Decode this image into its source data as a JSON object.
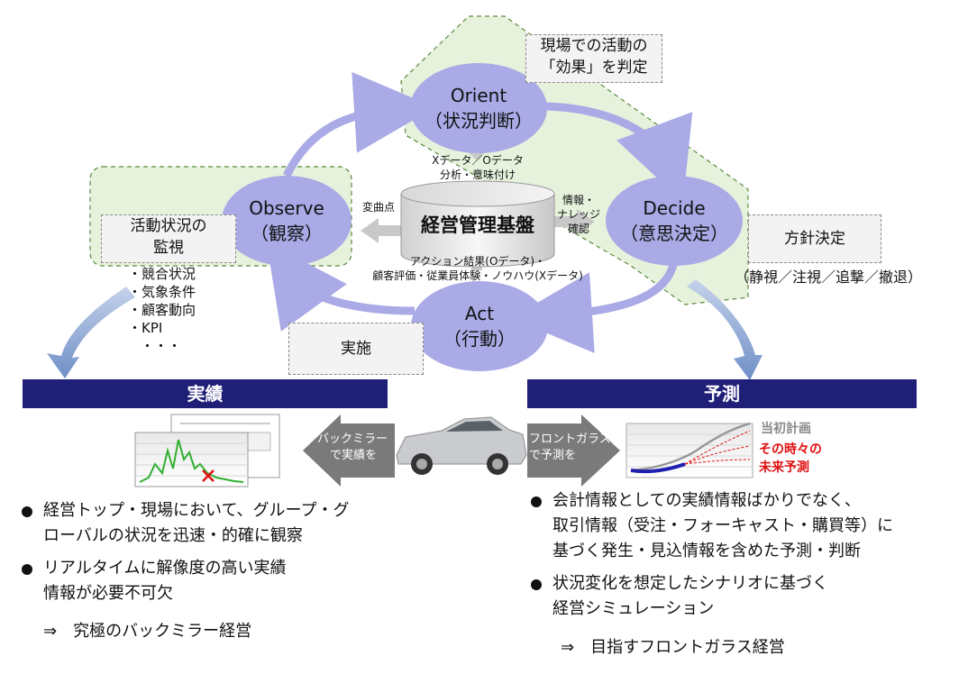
{
  "nodes": {
    "orient": {
      "title": "Orient",
      "sub": "（状況判断）"
    },
    "observe": {
      "title": "Observe",
      "sub": "（観察）"
    },
    "decide": {
      "title": "Decide",
      "sub": "（意思決定）"
    },
    "act": {
      "title": "Act",
      "sub": "（行動）"
    }
  },
  "platform": "経営管理基盤",
  "notes": {
    "genba_line1": "現場での活動の",
    "genba_line2": "「効果」を判定",
    "kanshi_line1": "活動状況の",
    "kanshi_line2": "監視",
    "houshin": "方針決定",
    "houshin_sub": "（静視／注視／追撃／撤退）",
    "jisshi": "実施"
  },
  "labels": {
    "x_data_line1": "Xデータ／Oデータ",
    "x_data_line2": "分析・意味付け",
    "henkyokuten": "変曲点",
    "info_line1": "情報・",
    "info_line2": "ナレッジ",
    "info_line3": "確認",
    "action_line1": "アクション結果(Oデータ)・",
    "action_line2": "顧客評価・従業員体験・ノウハウ(Xデータ)"
  },
  "monitor_items": [
    "・競合状況",
    "・気象条件",
    "・顧客動向",
    "・KPI",
    "・・・"
  ],
  "banners": {
    "left": "実績",
    "right": "予測"
  },
  "arrows": {
    "back_line1": "バックミラー",
    "back_line2": "で実績を",
    "front_line1": "フロントガラス",
    "front_line2": "で予測を"
  },
  "forecast_legend": {
    "plan": "当初計画",
    "future_line1": "その時々の",
    "future_line2": "未来予測"
  },
  "left_bullets": {
    "b1_line1": "経営トップ・現場において、グループ・グ",
    "b1_line2": "ローバルの状況を迅速・的確に観察",
    "b2_line1": "リアルタイムに解像度の高い実績",
    "b2_line2": "情報が必要不可欠",
    "conclusion": "⇒　究極のバックミラー経営"
  },
  "right_bullets": {
    "b1_line1": "会計情報としての実績情報ばかりでなく、",
    "b1_line2": "取引情報（受注・フォーキャスト・購買等）に",
    "b1_line3": "基づく発生・見込情報を含めた予測・判断",
    "b2_line1": "状況変化を想定したシナリオに基づく",
    "b2_line2": "経営シミュレーション",
    "conclusion": "⇒　目指すフロントガラス経営"
  },
  "colors": {
    "node_fill": "#a9aae6",
    "banner": "#1f1f78",
    "green_region": "#e6f2dc",
    "red": "#e01010",
    "plan_gray": "#888888"
  }
}
